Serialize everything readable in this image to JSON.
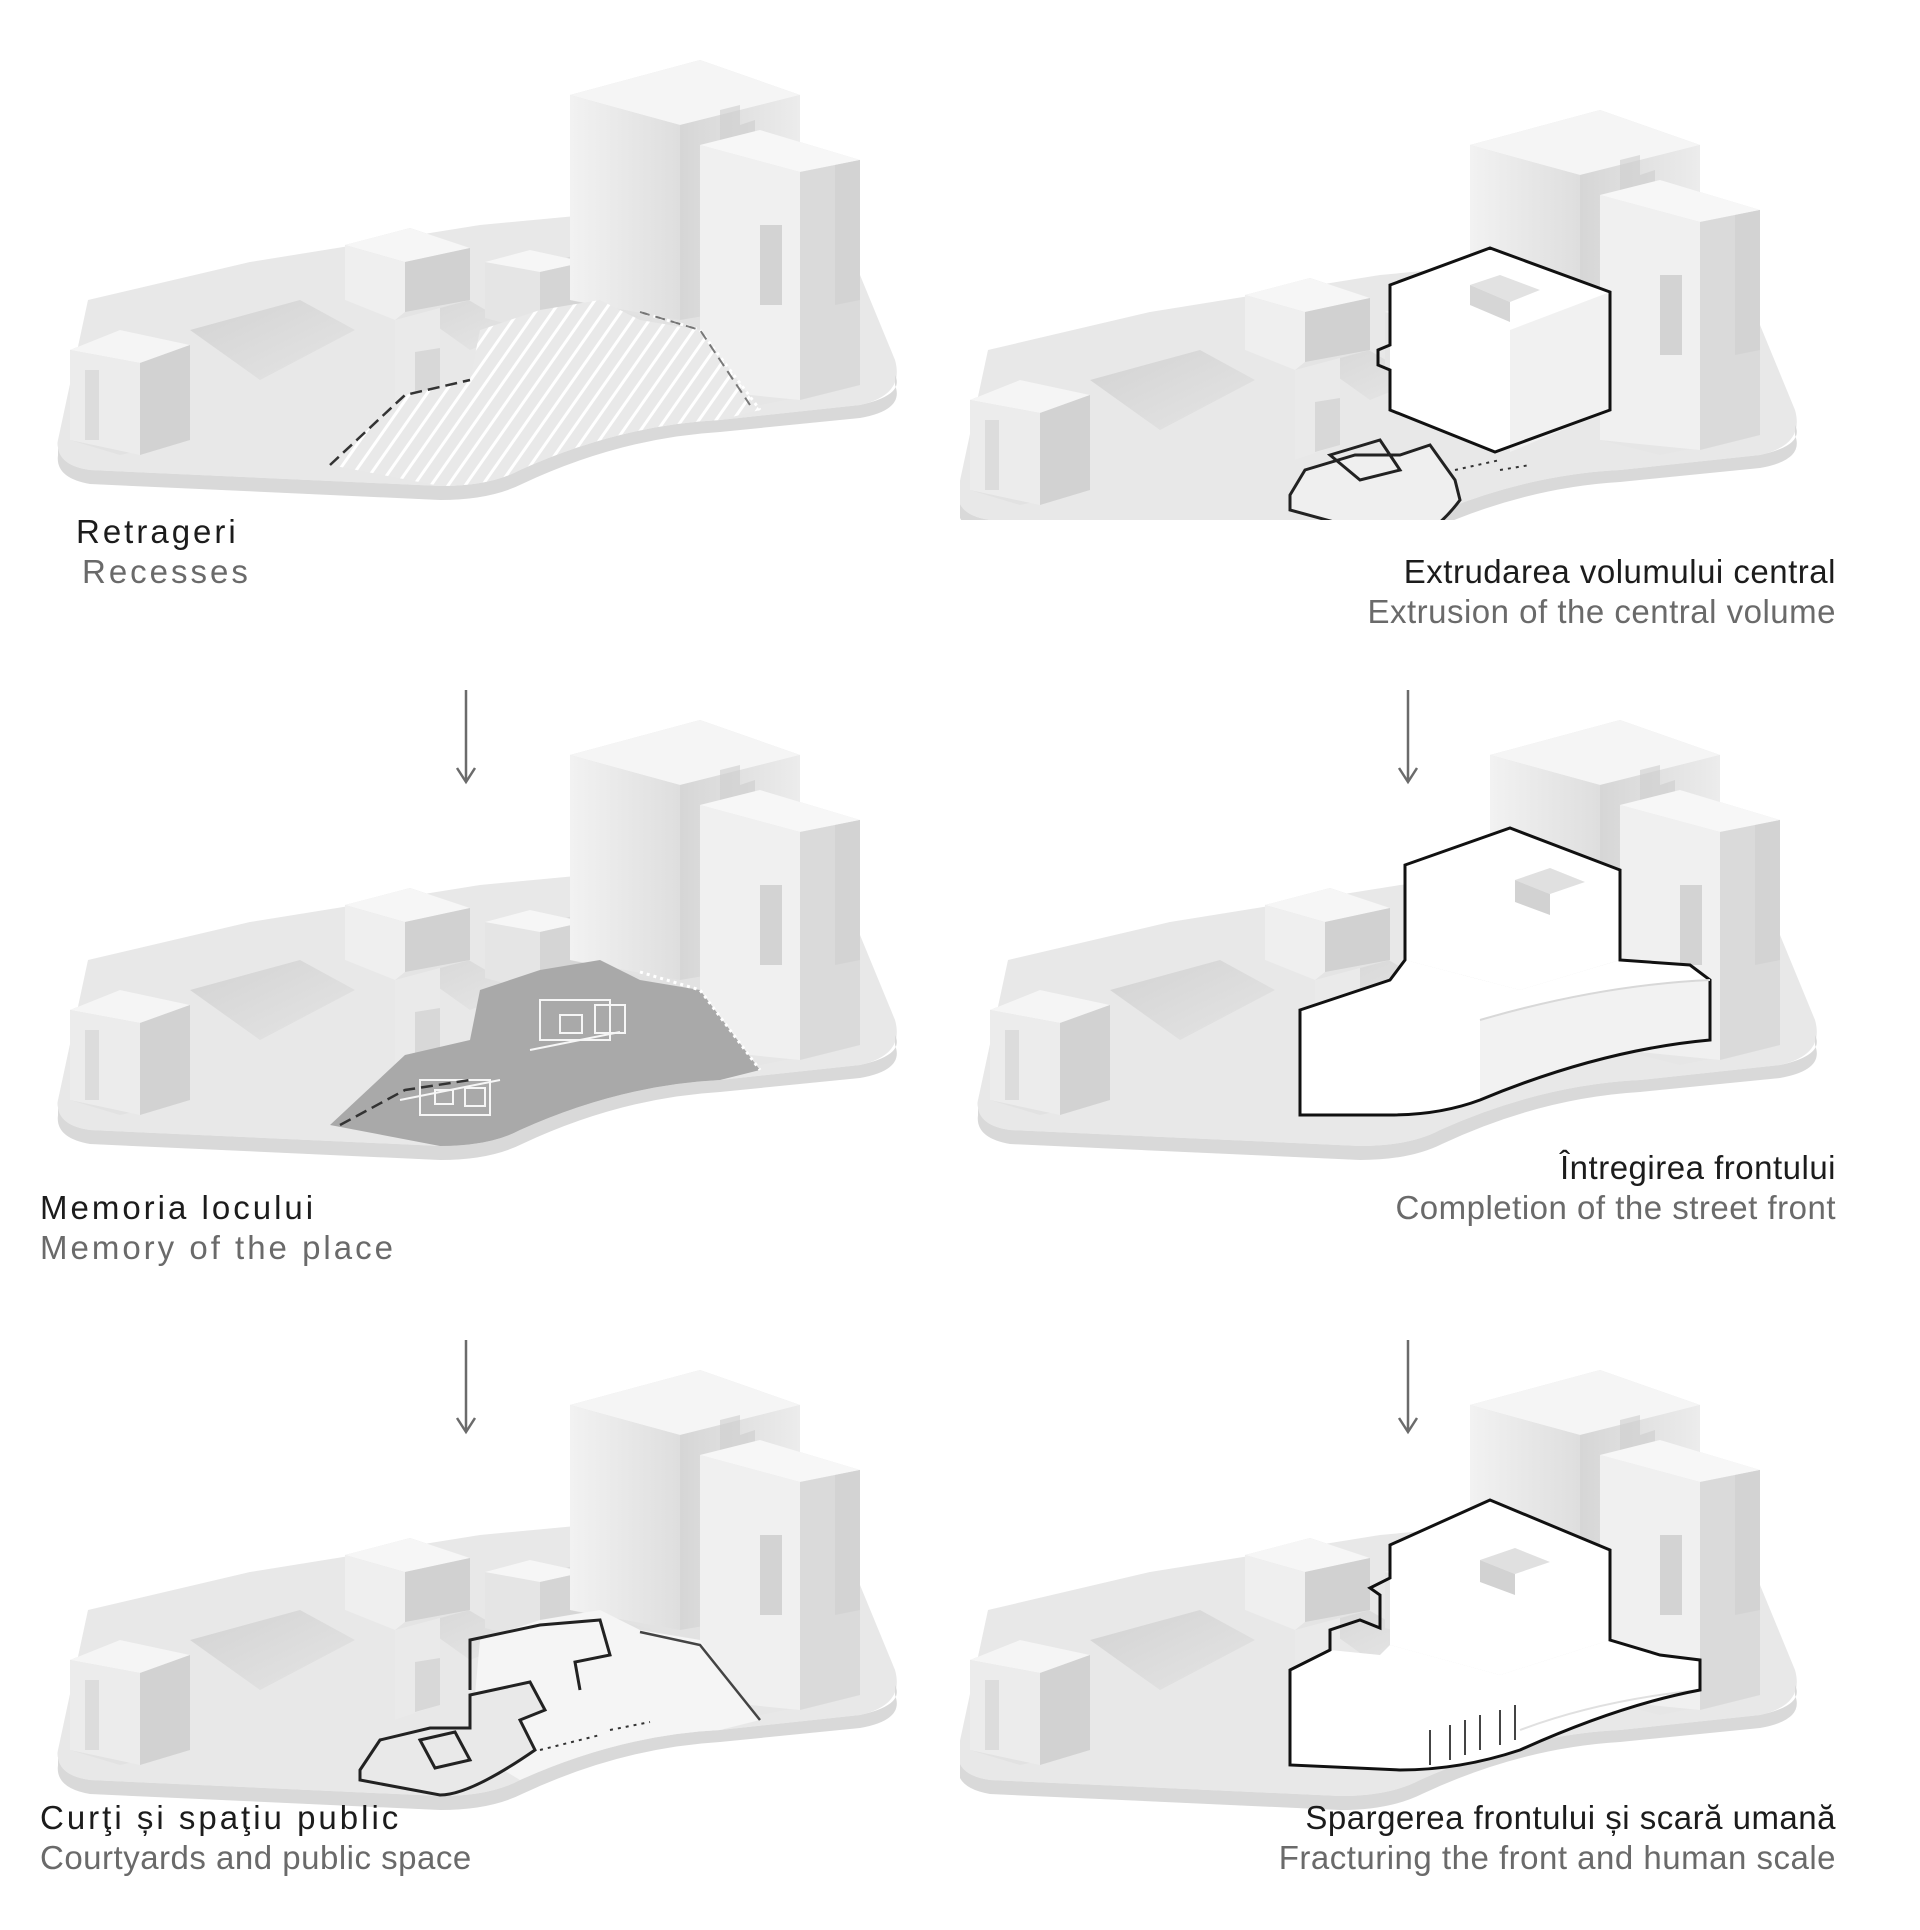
{
  "panels": [
    {
      "id": "recesses",
      "title_ro": "Retrageri",
      "title_en": "Recesses"
    },
    {
      "id": "central-volume",
      "title_ro": "Extrudarea volumului central",
      "title_en": "Extrusion of the central volume"
    },
    {
      "id": "memory",
      "title_ro": "Memoria locului",
      "title_en": "Memory of the place"
    },
    {
      "id": "street-front",
      "title_ro": "Întregirea frontului",
      "title_en": "Completion of the street front"
    },
    {
      "id": "courtyards",
      "title_ro": "Curţi și spaţiu public",
      "title_en": "Courtyards and public space"
    },
    {
      "id": "fracturing",
      "title_ro": "Spargerea frontului și scară umană",
      "title_en": "Fracturing the front and human scale"
    }
  ],
  "colors": {
    "base": "#e6e6e6",
    "building_top": "#f4f4f4",
    "building_left": "#e3e3e3",
    "building_right": "#d3d3d3",
    "shadow": "#cfcfcf",
    "new_volume": "#ffffff",
    "outline": "#1a1a1a",
    "memory_floor": "#a9a9a9",
    "arrow": "#6b6b6b"
  },
  "icons": [
    "down-arrow-icon"
  ]
}
